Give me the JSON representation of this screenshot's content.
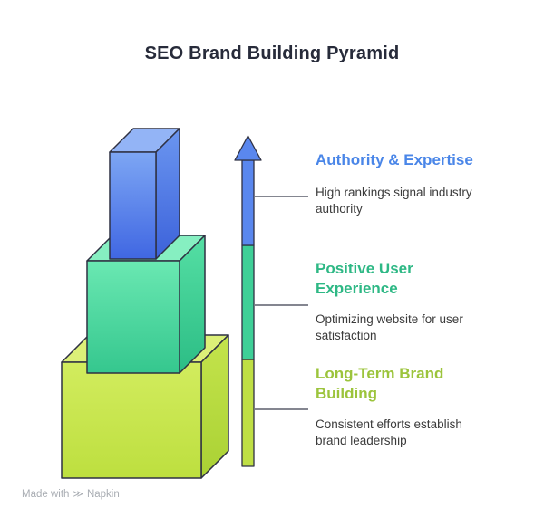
{
  "title": "SEO Brand Building Pyramid",
  "colors": {
    "title_text": "#272b3a",
    "outline": "#2f3143",
    "authority_blue": "#4a86e8",
    "ux_green": "#2eb885",
    "brand_lime": "#9cc43c",
    "description_text": "#3b3b3b",
    "block_blue": "#5a87ee",
    "block_green": "#3ecf97",
    "block_lime": "#c3e24d"
  },
  "pyramid": {
    "levels": [
      {
        "name": "top-block",
        "color": "#5a87ee"
      },
      {
        "name": "middle-block",
        "color": "#3ecf97"
      },
      {
        "name": "bottom-block",
        "color": "#c3e24d"
      }
    ]
  },
  "sections": [
    {
      "heading": "Authority & Expertise",
      "description": "High rankings signal industry authority"
    },
    {
      "heading": "Positive User Experience",
      "description": "Optimizing website for user satisfaction"
    },
    {
      "heading": "Long-Term Brand Building",
      "description": "Consistent efforts establish brand leadership"
    }
  ],
  "watermark": {
    "prefix": "Made with",
    "brand": "Napkin"
  }
}
